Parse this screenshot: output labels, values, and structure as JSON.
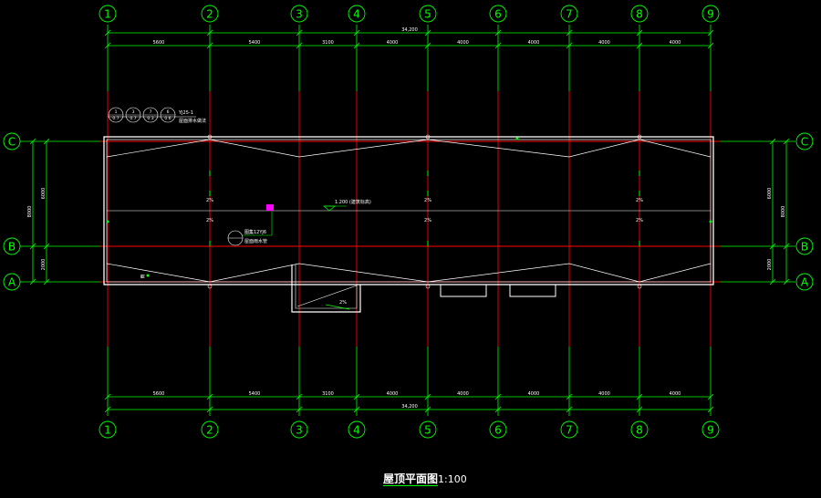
{
  "drawing": {
    "title": "屋顶平面图",
    "scale": "1:100",
    "overall_dimension": "34,200",
    "grid_columns": [
      "1",
      "2",
      "3",
      "4",
      "5",
      "6",
      "7",
      "8",
      "9"
    ],
    "bay_dimensions": [
      "5600",
      "5400",
      "3100",
      "4000",
      "4000",
      "4000",
      "4000",
      "4000"
    ],
    "grid_rows": [
      "C",
      "B",
      "A"
    ],
    "row_dimensions_outer": "8000",
    "row_dimensions_inner": [
      "6000",
      "2000"
    ],
    "slope_label": "2%",
    "labels": {
      "detail_ref_top": "YJ25-1",
      "detail_ref_note": "屋面排水做法",
      "detail_circles": [
        [
          "1",
          "0.7"
        ],
        [
          "3",
          "0.7"
        ],
        [
          "7",
          "0.3"
        ],
        [
          "6",
          "0.6"
        ]
      ],
      "ridge_note": "1.200 (建筑标高)",
      "gutter_note": "屋面雨水管",
      "gutter_ref": "图集12YJ6",
      "small_label": "雨"
    },
    "colors": {
      "background": "#000000",
      "grid_line": "#ff0000",
      "dimension": "#00ff00",
      "outline": "#ffffff",
      "accent": "#ff00ff"
    }
  }
}
